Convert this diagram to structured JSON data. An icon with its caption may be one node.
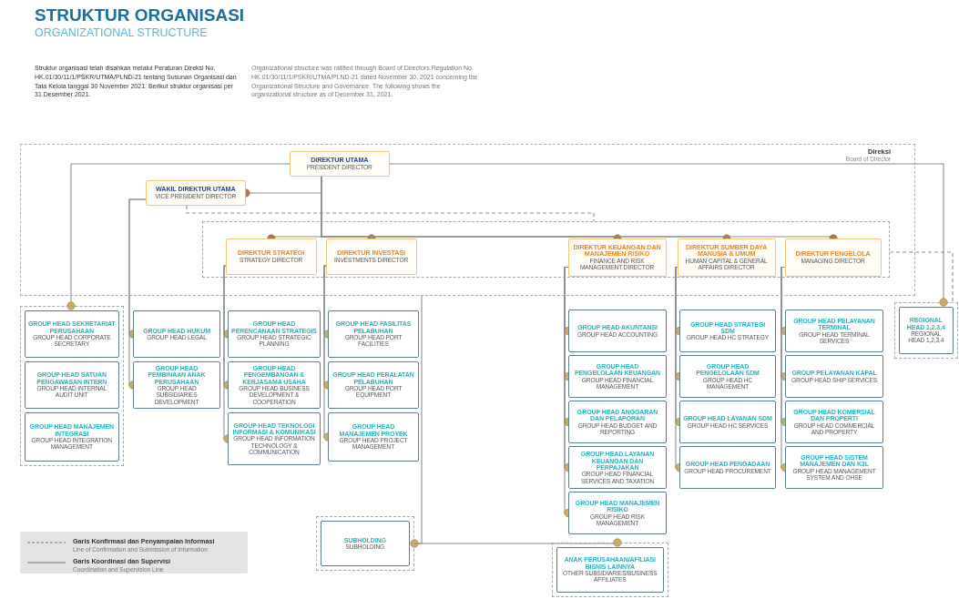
{
  "diagram": {
    "title": "STRUKTUR ORGANISASI",
    "nodes": [
      {
        "text": [
          "Direksi",
          "Board of Director"
        ]
      },
      {
        "text": [
          "DIREKTUR UTAMA",
          "PRESIDENT DIRECTOR"
        ],
        "in": 0
      },
      {
        "text": [
          "WAKIL DIREKTUR UTAMA",
          "VICE PRESIDENT DIRECTOR"
        ],
        "in": 0
      },
      {
        "text": [],
        "shape": "box",
        "in": 0
      },
      {
        "text": [
          "DIREKTUR STRATEGI",
          "STRATEGY DIRECTOR"
        ],
        "in": 3
      },
      {
        "text": [
          "DIREKTUR INVESTASI",
          "INVESTMENTS DIRECTOR"
        ],
        "in": 3
      },
      {
        "text": [
          "DIREKTUR KEUANGAN DAN MANAJEMEN RISIKO",
          "FINANCE AND RISK MANAGEMENT DIRECTOR"
        ],
        "in": 3
      },
      {
        "text": [
          "DIREKTUR SUMBER DAYA MANUSIA & UMUM",
          "HUMAN CAPITAL & GENERAL AFFAIRS DIRECTOR"
        ],
        "in": 3
      },
      {
        "text": [
          "DIREKTUR PENGELOLA",
          "MANAGING DIRECTOR"
        ],
        "in": 3
      },
      {
        "text": [],
        "shape": "box"
      },
      {
        "text": [
          "GROUP HEAD SEKRETARIAT PERUSAHAAN",
          "GROUP HEAD CORPORATE SECRETARY"
        ],
        "in": 9
      },
      {
        "text": [
          "GROUP HEAD SATUAN PENGAWASAN INTERN",
          "GROUP HEAD INTERNAL AUDIT UNIT"
        ],
        "in": 9
      },
      {
        "text": [
          "GROUP HEAD MANAJEMEN INTEGRASI",
          "GROUP HEAD INTEGRATION MANAGEMENT"
        ],
        "in": 9
      },
      {
        "text": [
          "GROUP HEAD HUKUM",
          "GROUP HEAD LEGAL"
        ]
      },
      {
        "text": [
          "GROUP HEAD PEMBINAAN ANAK PERUSAHAAN",
          "GROUP HEAD SUBSIDIARIES DEVELOPMENT"
        ]
      },
      {
        "text": [
          "GROUP HEAD PERENCANAAN STRATEGIS",
          "GROUP HEAD STRATEGIC PLANNING"
        ]
      },
      {
        "text": [
          "GROUP HEAD PENGEMBANGAN & KERJASAMA USAHA",
          "GROUP HEAD BUSINESS DEVELOPMENT & COOPERATION"
        ]
      },
      {
        "text": [
          "GROUP HEAD TEKNOLOGI INFORMASI & KOMUNIKASI",
          "GROUP HEAD INFORMATION TECHNOLOGY & COMMUNICATION"
        ]
      },
      {
        "text": [
          "GROUP HEAD FASILITAS PELABUHAN",
          "GROUP HEAD PORT FACILITIES"
        ]
      },
      {
        "text": [
          "GROUP HEAD PERALATAN PELABUHAN",
          "GROUP HEAD PORT EQUIPMENT"
        ]
      },
      {
        "text": [
          "GROUP HEAD MANAJEMEN PROYEK",
          "GROUP HEAD PROJECT MANAGEMENT"
        ]
      },
      {
        "text": [
          "GROUP HEAD AKUNTANSI",
          "GROUP HEAD ACCOUNTING"
        ]
      },
      {
        "text": [
          "GROUP HEAD PENGELOLAAN KEUANGAN",
          "GROUP HEAD FINANCIAL MANAGEMENT"
        ]
      },
      {
        "text": [
          "GROUP HEAD ANGGARAN DAN PELAPORAN",
          "GROUP HEAD BUDGET AND REPORTING"
        ]
      },
      {
        "text": [
          "GROUP HEAD LAYANAN KEUANGAN DAN PERPAJAKAN",
          "GROUP HEAD FINANCIAL SERVICES AND TAXATION"
        ]
      },
      {
        "text": [
          "GROUP HEAD MANAJEMEN RISIKO",
          "GROUP HEAD RISK MANAGEMENT"
        ]
      },
      {
        "text": [
          "GROUP HEAD STRATEGI SDM",
          "GROUP HEAD HC STRATEGY"
        ]
      },
      {
        "text": [
          "GROUP HEAD PENGELOLAAN SDM",
          "GROUP HEAD HC MANAGEMENT"
        ]
      },
      {
        "text": [
          "GROUP HEAD LAYANAN SDM",
          "GROUP HEAD HC SERVICES"
        ]
      },
      {
        "text": [
          "GROUP HEAD PENGADAAN",
          "GROUP HEAD PROCUREMENT"
        ]
      },
      {
        "text": [
          "GROUP HEAD PELAYANAN TERMINAL",
          "GROUP HEAD TERMINAL SERVICES"
        ]
      },
      {
        "text": [
          "GROUP PELAYANAN KAPAL",
          "GROUP HEAD SHIP SERVICES"
        ]
      },
      {
        "text": [
          "GROUP HEAD KOMERSIAL DAN PROPERTI",
          "GROUP HEAD COMMERCIAL AND PROPERTY"
        ]
      },
      {
        "text": [
          "GROUP HEAD SISTEM MANAJEMEN DAN K3L",
          "GROUP HEAD MANAGEMENT SYSTEM AND OHSE"
        ]
      },
      {
        "text": [],
        "shape": "box"
      },
      {
        "text": [
          "REGIONAL HEAD 1,2,3,4",
          "REGIONAL HEAD 1,2,3,4"
        ],
        "in": 34
      },
      {
        "text": [],
        "shape": "box"
      },
      {
        "text": [
          "SUBHOLDING",
          "SUBHOLDING"
        ],
        "in": 36
      },
      {
        "text": [],
        "shape": "box"
      },
      {
        "text": [
          "ANAK PERUSAHAAN/AFILIASI BISNIS LAINNYA",
          "OTHER SUBSIDIARIES/BUSINESS AFFILIATES"
        ],
        "in": 38
      }
    ],
    "edges": [
      {
        "from": 1,
        "to": 2,
        "arrow": "other"
      },
      {
        "from": 1,
        "to": 9,
        "arrow": "other"
      },
      {
        "from": 1,
        "to": 34,
        "arrow": "other"
      },
      {
        "from": 1,
        "to": 4,
        "arrow": "other"
      },
      {
        "from": 1,
        "to": 5,
        "arrow": "other"
      },
      {
        "from": 1,
        "to": 6,
        "arrow": "other"
      },
      {
        "from": 1,
        "to": 7,
        "arrow": "other"
      },
      {
        "from": 1,
        "to": 8,
        "arrow": "other"
      },
      {
        "from": 2,
        "to": 13,
        "arrow": "other"
      },
      {
        "from": 2,
        "to": 14,
        "arrow": "other"
      },
      {
        "from": 4,
        "to": 15,
        "arrow": "other"
      },
      {
        "from": 4,
        "to": 16,
        "arrow": "other"
      },
      {
        "from": 4,
        "to": 17,
        "arrow": "other"
      },
      {
        "from": 5,
        "to": 18,
        "arrow": "other"
      },
      {
        "from": 5,
        "to": 19,
        "arrow": "other"
      },
      {
        "from": 5,
        "to": 20,
        "arrow": "other"
      },
      {
        "from": 6,
        "to": 21,
        "arrow": "other"
      },
      {
        "from": 6,
        "to": 22,
        "arrow": "other"
      },
      {
        "from": 6,
        "to": 23,
        "arrow": "other"
      },
      {
        "from": 6,
        "to": 24,
        "arrow": "other"
      },
      {
        "from": 6,
        "to": 25,
        "arrow": "other"
      },
      {
        "from": 7,
        "to": 26,
        "arrow": "other"
      },
      {
        "from": 7,
        "to": 27,
        "arrow": "other"
      },
      {
        "from": 7,
        "to": 28,
        "arrow": "other"
      },
      {
        "from": 7,
        "to": 29,
        "arrow": "other"
      },
      {
        "from": 8,
        "to": 30,
        "arrow": "other"
      },
      {
        "from": 8,
        "to": 31,
        "arrow": "other"
      },
      {
        "from": 8,
        "to": 32,
        "arrow": "other"
      },
      {
        "from": 8,
        "to": 33,
        "arrow": "other"
      },
      {
        "from": 0,
        "to": 36,
        "arrow": "other"
      },
      {
        "from": 36,
        "to": 38,
        "arrow": "other"
      },
      {
        "from": 2,
        "to": 3,
        "arrow": "none",
        "style": "dashed"
      },
      {
        "from": 3,
        "to": 34,
        "arrow": "none",
        "style": "dashed"
      }
    ],
    "labels": [
      "ORGANIZATIONAL STRUCTURE",
      "Struktur organisasi telah disahkan melalui Peraturan Direksi No. HK.01/30/11/1/PSKR/UTMA/PLND-21 tentang Susunan Organisasi dan Tata Kelola tanggal 30 November 2021. Berikut struktur organisasi per 31 Desember 2021.",
      "Organizational structure was ratified through Board of Directors Regulation No. HK.01/30/11/1/PSKR/UTMA/PLND-21 dated November 30, 2021 concerning the Organizational Structure and Governance. The following shows the organizational structure as of December 31, 2021.",
      "Line of Confirmation and Submission of Information",
      "Coordination and Supervision Line"
    ],
    "legend": [
      {
        "text": "Garis Konfirmasi dan Penyampaian Informasi"
      },
      {
        "text": "Garis Koordinasi dan Supervisi"
      }
    ]
  }
}
